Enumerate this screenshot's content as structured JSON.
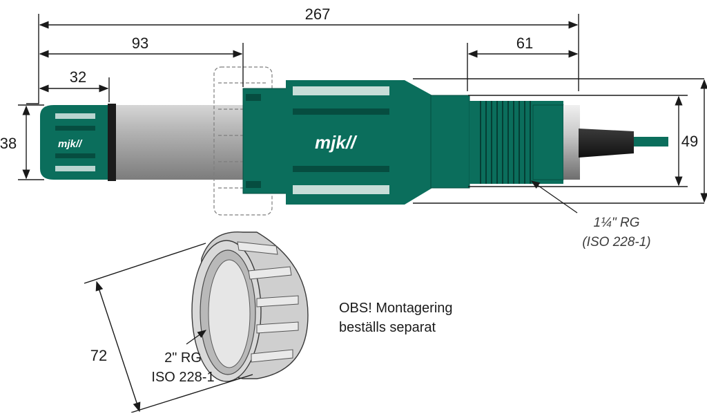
{
  "dimensions": {
    "overall_length": "267",
    "body_to_flange": "93",
    "cap_length": "32",
    "thread_length": "61",
    "cap_diameter": "38",
    "body_diameter": "49",
    "nut_diameter": "72"
  },
  "labels": {
    "sensor_thread_line1": "1¼\" RG",
    "sensor_thread_line2": "(ISO 228-1)",
    "nut_thread_line1": "2\" RG",
    "nut_thread_line2": "ISO 228-1",
    "note_line1": "OBS! Montagering",
    "note_line2": "beställs separat",
    "brand": "mjk//"
  },
  "colors": {
    "body_green": "#0b6e5c",
    "body_green_dark": "#064d40",
    "tube_gray": "#a9a9a9",
    "nut_gray": "#cfcfcf",
    "line": "#1a1a1a"
  }
}
